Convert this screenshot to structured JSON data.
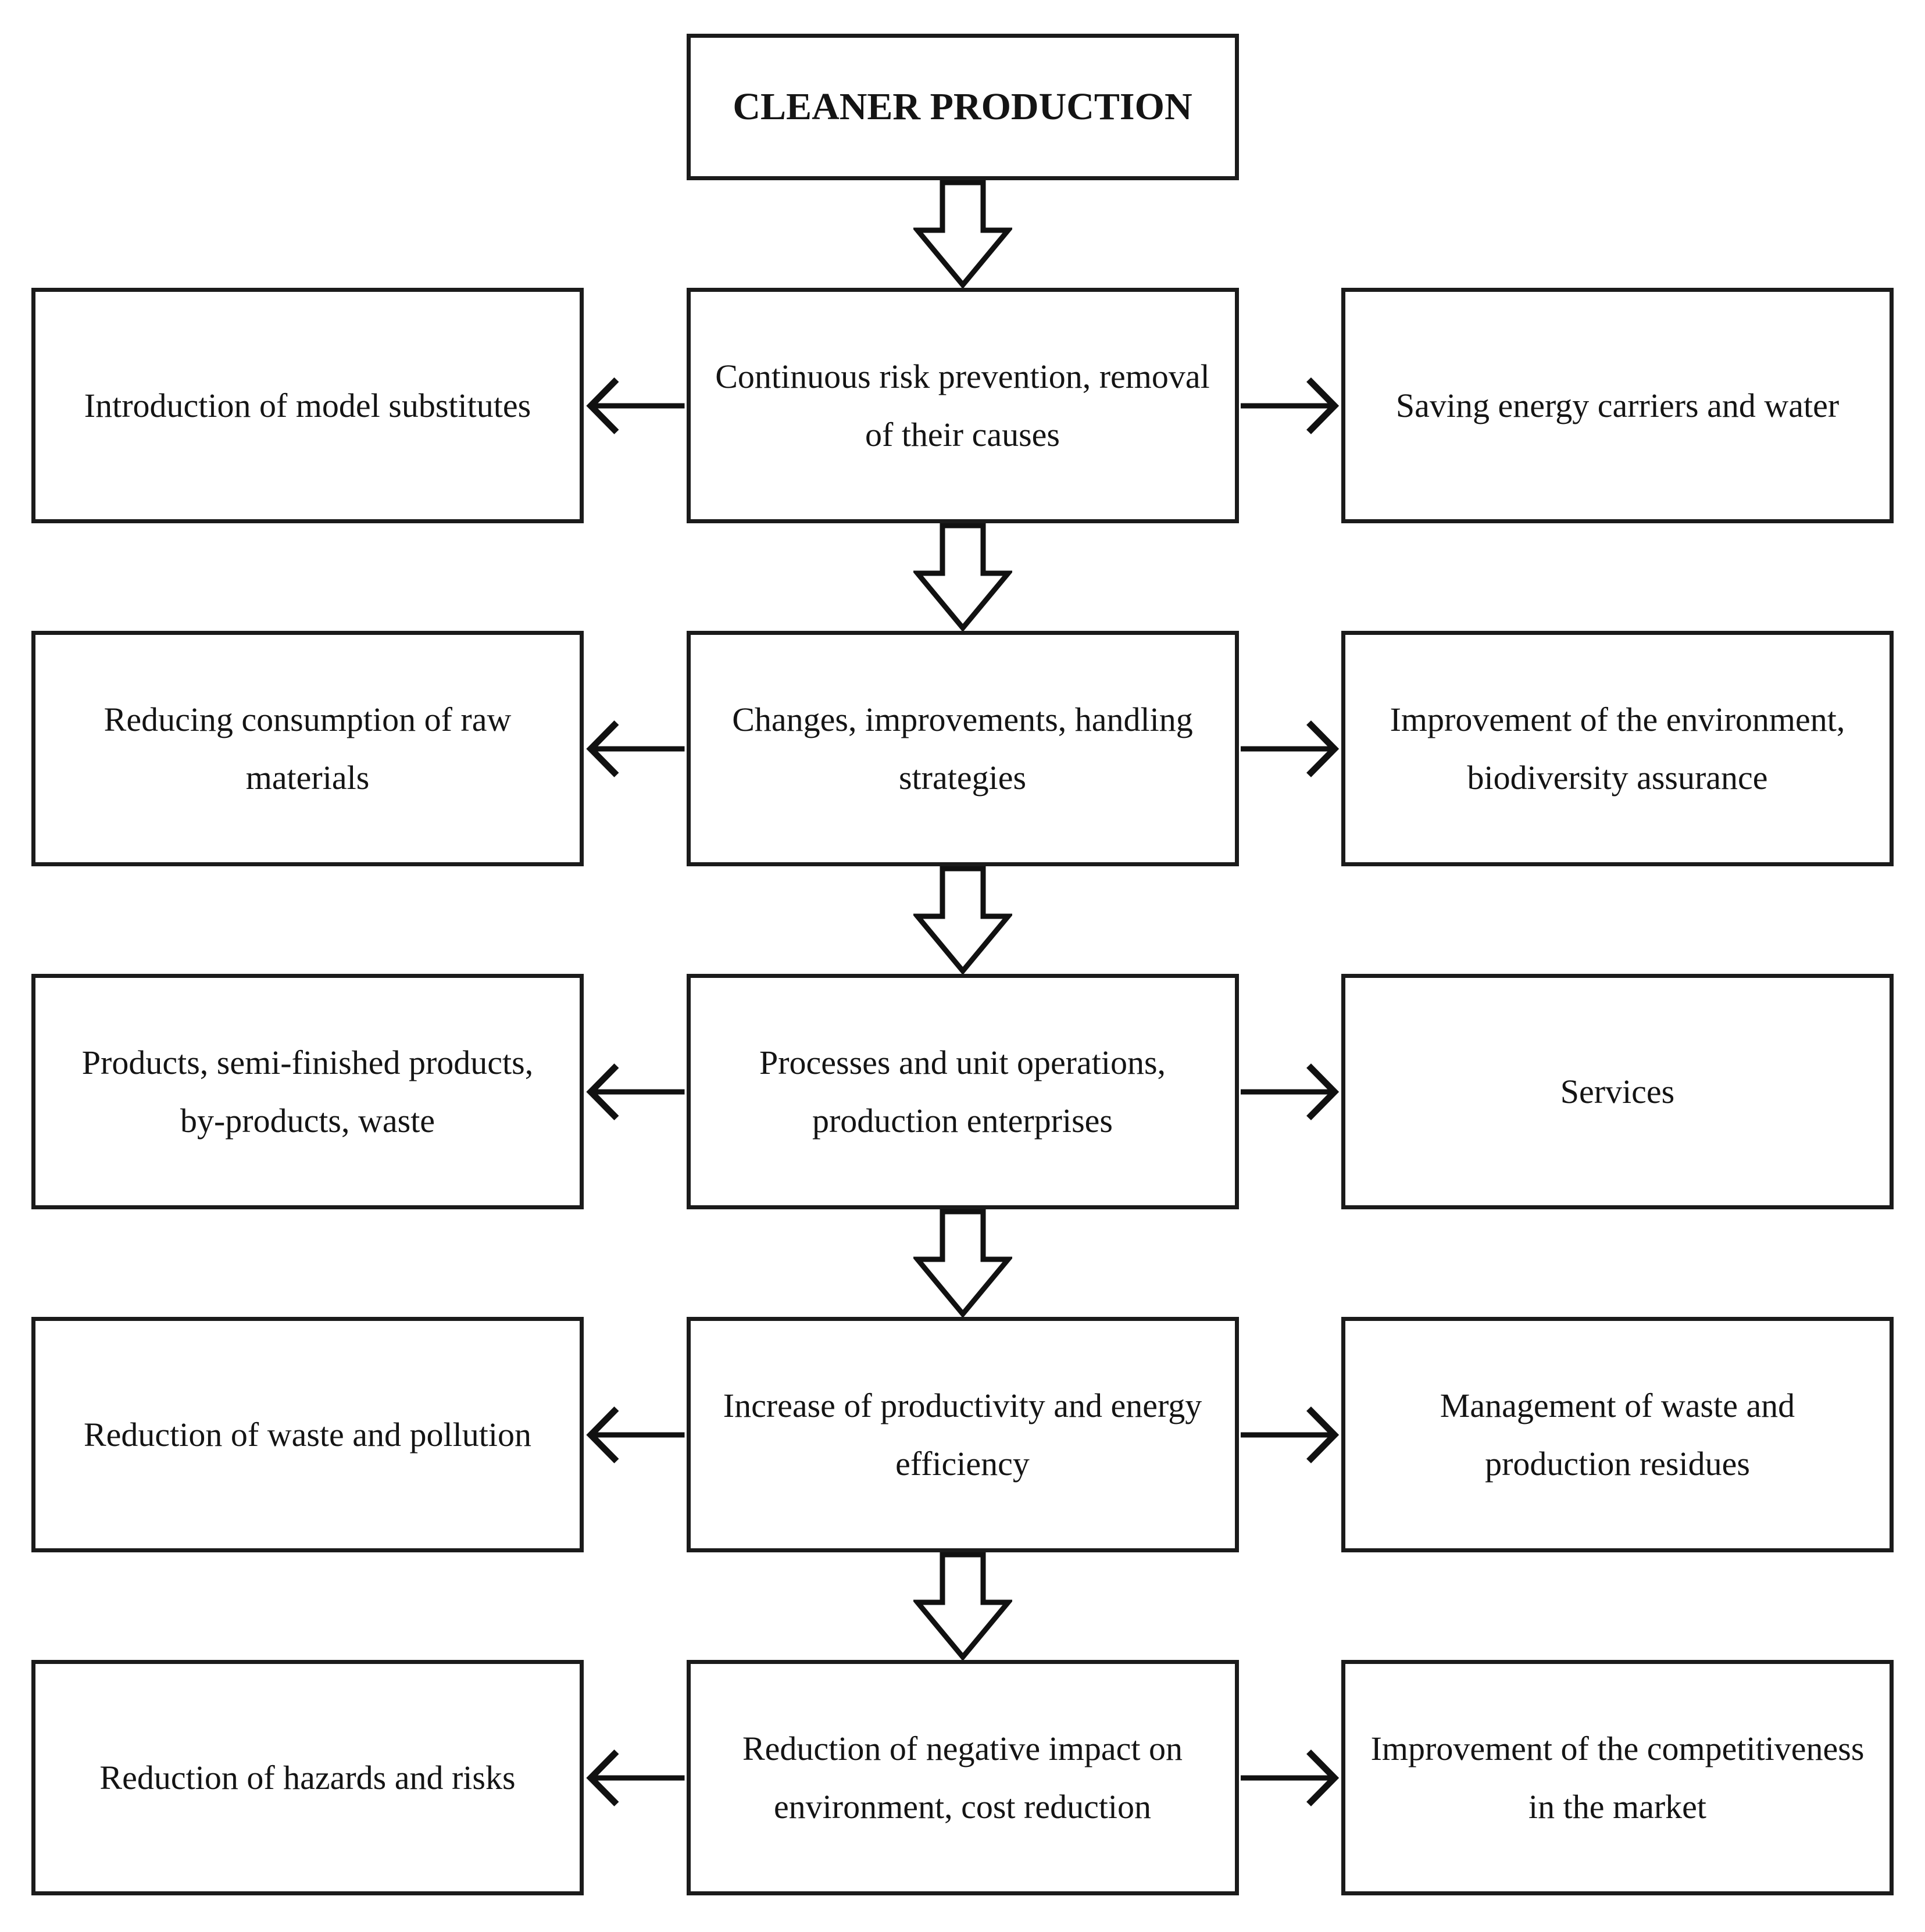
{
  "diagram": {
    "title": "CLEANER PRODUCTION",
    "rows": [
      {
        "left": "Introduction of model substitutes",
        "center": "Continuous risk prevention, removal of their causes",
        "right": "Saving energy carriers and water"
      },
      {
        "left": "Reducing consumption of raw materials",
        "center": "Changes, improvements, handling strategies",
        "right": "Improvement of the environment, biodiversity assurance"
      },
      {
        "left": "Products, semi-finished products, by-products, waste",
        "center": "Processes and unit operations, production enterprises",
        "right": "Services"
      },
      {
        "left": "Reduction of waste and pollution",
        "center": "Increase of productivity and energy efficiency",
        "right": "Management of waste and production residues"
      },
      {
        "left": "Reduction of hazards and risks",
        "center": "Reduction of negative impact on environment, cost reduction",
        "right": "Improvement of the competitiveness in the market"
      }
    ]
  },
  "colors": {
    "background": "#ffffff",
    "box_fill": "#ffffff",
    "box_border": "#1b1b1b",
    "text": "#141414",
    "arrow": "#111111"
  }
}
